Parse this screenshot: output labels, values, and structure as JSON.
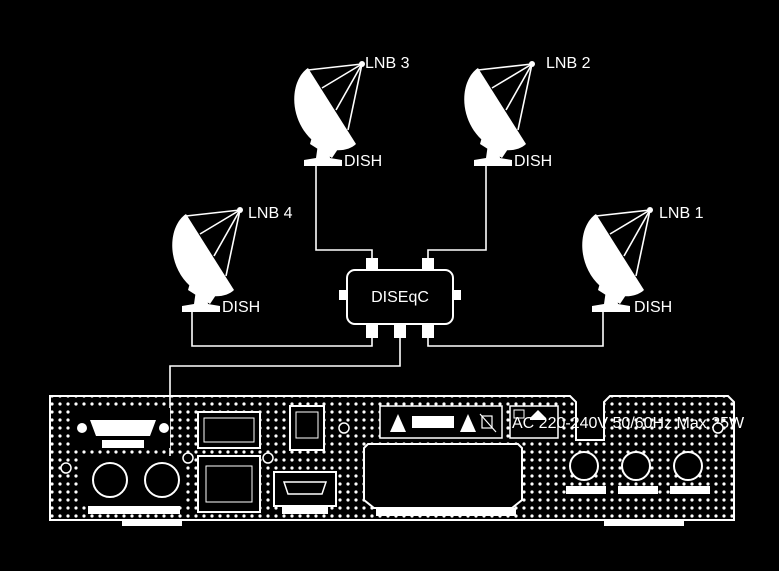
{
  "colors": {
    "background": "#000000",
    "foreground": "#ffffff"
  },
  "switch": {
    "label": "DISEqC"
  },
  "dishes": [
    {
      "id": "lnb1",
      "lnb_label": "LNB 1",
      "dish_label": "DISH"
    },
    {
      "id": "lnb2",
      "lnb_label": "LNB 2",
      "dish_label": "DISH"
    },
    {
      "id": "lnb3",
      "lnb_label": "LNB 3",
      "dish_label": "DISH"
    },
    {
      "id": "lnb4",
      "lnb_label": "LNB 4",
      "dish_label": "DISH"
    }
  ],
  "receiver": {
    "sticker_text": "AC 220-240V 50/60Hz Max 25W",
    "icons": [
      "warning-icon",
      "warning-icon",
      "no-bin-icon",
      "home-icon"
    ]
  }
}
